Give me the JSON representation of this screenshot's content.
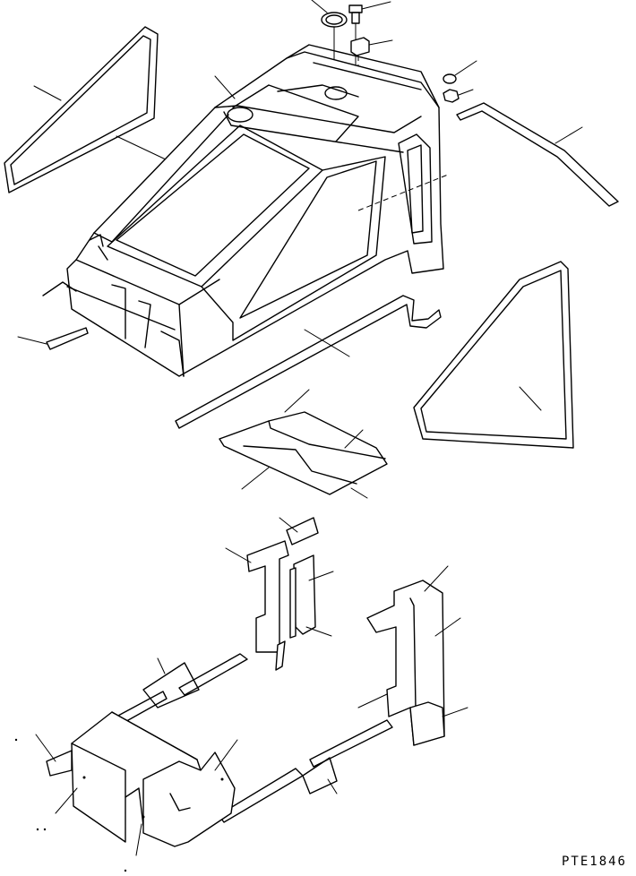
{
  "drawing_code": "PTE1846",
  "diagram": {
    "type": "exploded-parts-view",
    "parts": [
      "cab-frame",
      "door-glass-left",
      "door-glass-right",
      "rear-handrail",
      "weatherstrip-front",
      "weatherstrip-lower",
      "floor-mat",
      "cap-ring",
      "bolt",
      "clip",
      "washer",
      "nut",
      "trim-panel-left",
      "trim-panel-right",
      "trim-strip-lower",
      "console-base"
    ]
  }
}
